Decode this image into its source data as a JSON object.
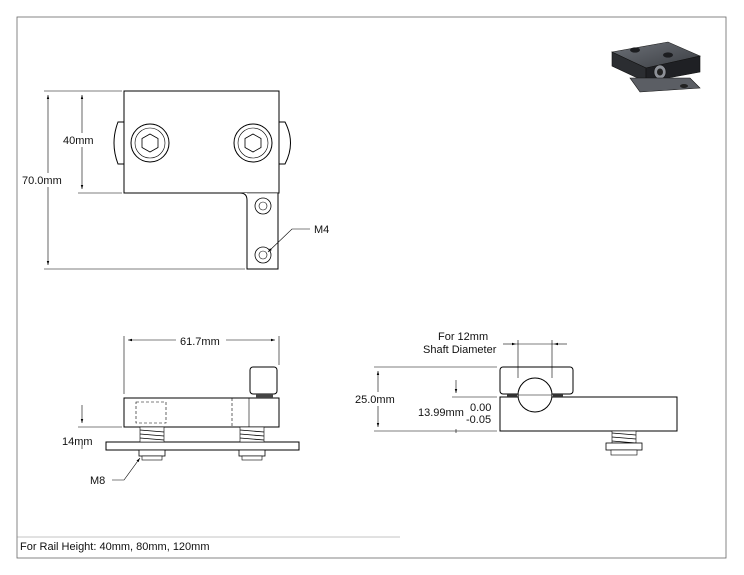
{
  "front_view": {
    "dim_height_total": "70.0mm",
    "dim_height_block": "40mm",
    "label_screw": "M4"
  },
  "bottom_left_view": {
    "dim_width": "61.7mm",
    "dim_height": "14mm",
    "label_screw": "M8"
  },
  "side_view": {
    "note_line1": "For 12mm",
    "note_line2": "Shaft Diameter",
    "dim_height": "25.0mm",
    "dim_bore": "13.99mm",
    "tol_upper": "0.00",
    "tol_lower": "-0.05"
  },
  "footer": {
    "rail_note": "For Rail Height: 40mm, 80mm, 120mm"
  }
}
